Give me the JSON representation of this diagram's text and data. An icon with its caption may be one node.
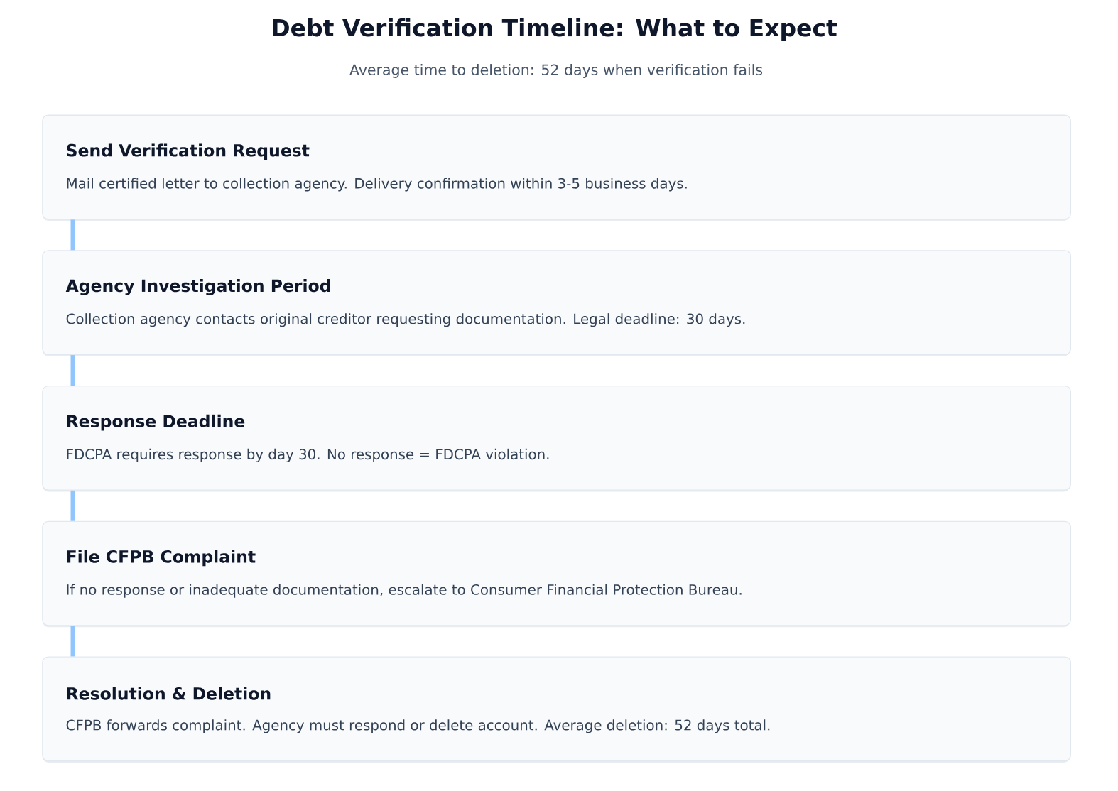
{
  "diagram": {
    "title": "Debt Verification Timeline: What to Expect",
    "nodes": [
      {
        "text": [
          "Send Verification Request",
          "Mail certified letter to collection agency. Delivery confirmation within 3-5 business days."
        ]
      },
      {
        "text": [
          "Agency Investigation Period",
          "Collection agency contacts original creditor requesting documentation. Legal deadline: 30 days."
        ]
      },
      {
        "text": [
          "Response Deadline",
          "FDCPA requires response by day 30. No response = FDCPA violation."
        ]
      },
      {
        "text": [
          "File CFPB Complaint",
          "If no response or inadequate documentation, escalate to Consumer Financial Protection Bureau."
        ]
      },
      {
        "text": [
          "Resolution & Deletion",
          "CFPB forwards complaint. Agency must respond or delete account. Average deletion: 52 days total."
        ]
      }
    ],
    "edges": [
      {
        "from": 0,
        "to": 1,
        "arrow": "none"
      },
      {
        "from": 1,
        "to": 2,
        "arrow": "none"
      },
      {
        "from": 2,
        "to": 3,
        "arrow": "none"
      },
      {
        "from": 3,
        "to": 4,
        "arrow": "none"
      }
    ],
    "labels": [
      "Average time to deletion: 52 days when verification fails"
    ]
  }
}
